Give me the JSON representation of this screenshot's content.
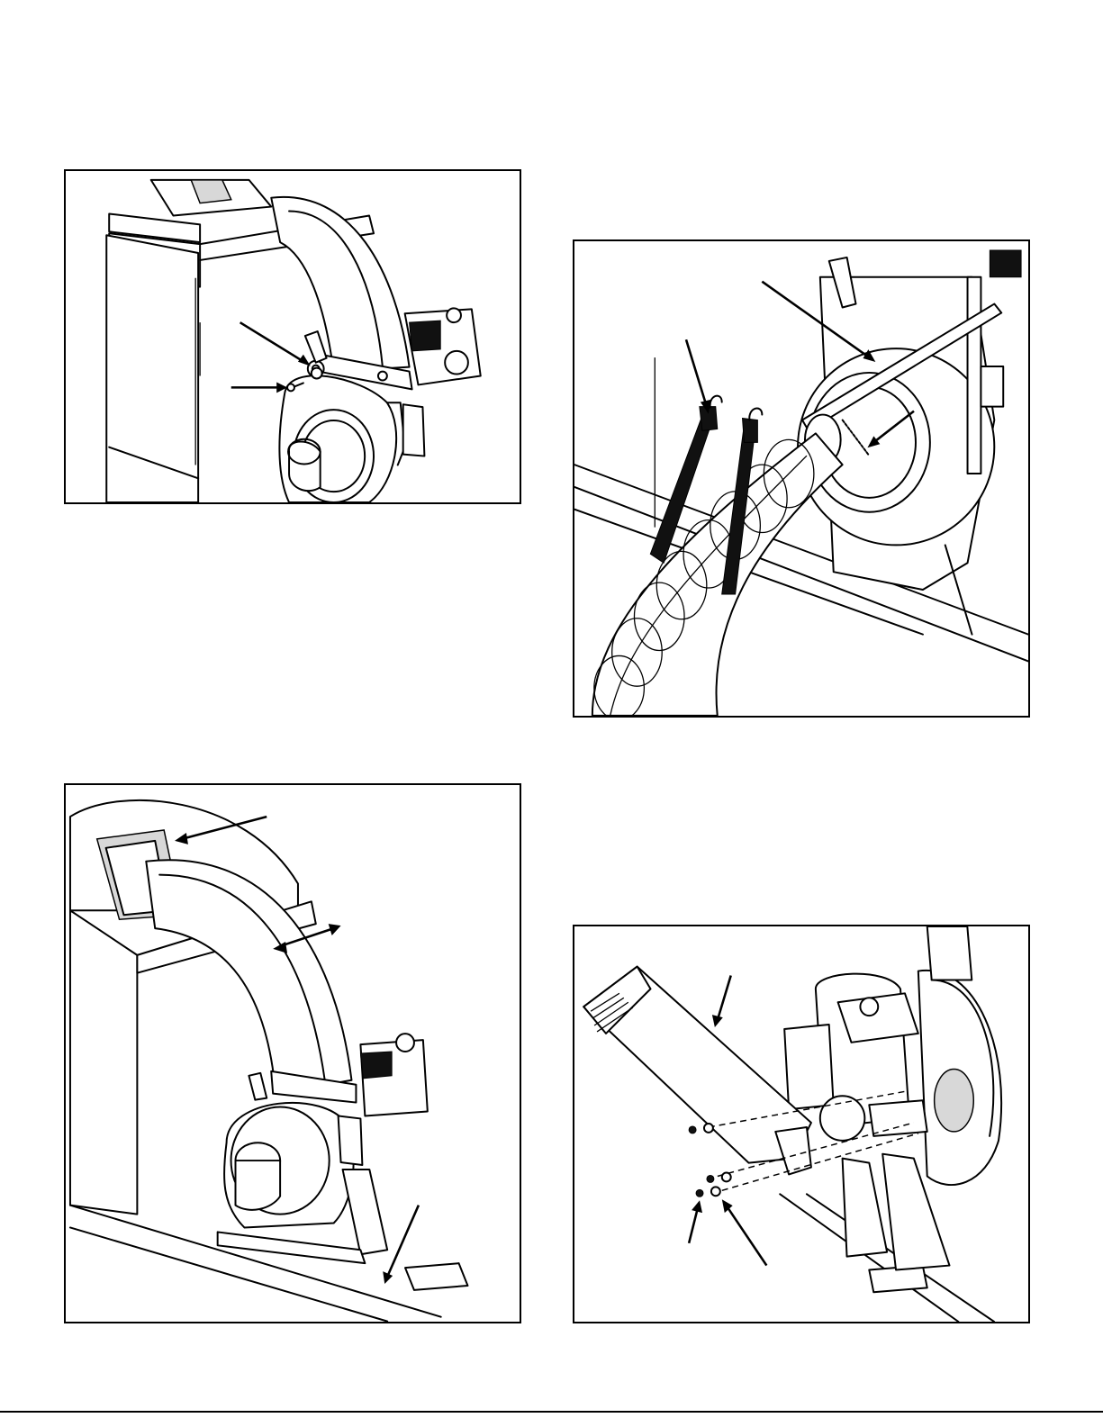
{
  "figures": [
    {
      "name": "fig-a",
      "alt": "blower-housing-bolt-detail"
    },
    {
      "name": "fig-b",
      "alt": "hose-and-strap-attachment"
    },
    {
      "name": "fig-c",
      "alt": "blower-chute-and-mount-bracket"
    },
    {
      "name": "fig-d",
      "alt": "intake-nozzle-with-washers-and-nuts"
    }
  ]
}
